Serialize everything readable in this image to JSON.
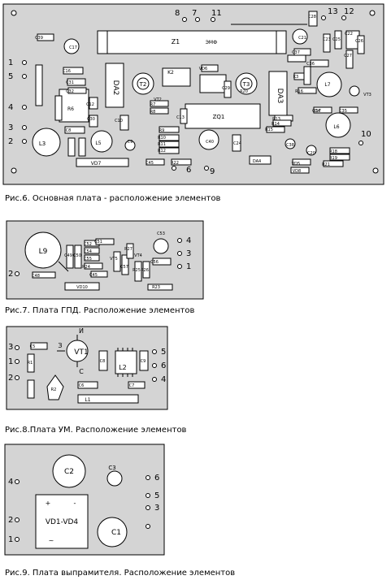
{
  "colors": {
    "board": "#d4d4d4",
    "ink": "#000000",
    "paper": "#ffffff"
  },
  "fig6": {
    "caption": "Рис.6. Основная плата - расположение элементов",
    "pins": [
      "1",
      "5",
      "4",
      "3",
      "2",
      "8",
      "7",
      "11",
      "13",
      "12",
      "10",
      "6",
      "9"
    ],
    "parts": [
      "Z1",
      "ЭМФ",
      "DA2",
      "T2",
      "K2",
      "T3",
      "DA3",
      "L7",
      "VT3",
      "R6",
      "L3",
      "L5",
      "VT2",
      "ZQ1",
      "C40",
      "L6",
      "VD7",
      "C45",
      "R22",
      "DA4",
      "R21",
      "VD8",
      "C24",
      "C21",
      "C17",
      "C38",
      "R7",
      "R8",
      "R9",
      "R10",
      "R11",
      "R12",
      "R13",
      "R14",
      "R15",
      "R16",
      "R17",
      "R18",
      "R19",
      "R20",
      "VD5",
      "VD6",
      "C16",
      "C31",
      "C32",
      "C34",
      "C35",
      "C36",
      "C37",
      "K3",
      "C39",
      "C8",
      "C9",
      "C10",
      "C12",
      "C13",
      "C20",
      "C22",
      "C23",
      "C25",
      "C26",
      "C27",
      "C28",
      "C29",
      "C30"
    ]
  },
  "fig7": {
    "caption": "Рис.7. Плата ГПД. Расположение элементов",
    "pins": [
      "4",
      "3",
      "1",
      "2"
    ],
    "parts": [
      "L9",
      "C53",
      "VT4",
      "VT5",
      "VD10",
      "R23",
      "C51",
      "C52",
      "R24",
      "C45",
      "C48",
      "C49",
      "C50",
      "C54",
      "C55",
      "C56",
      "C57",
      "R25",
      "R26",
      "R27"
    ]
  },
  "fig8": {
    "caption": "Рис.8.Плата УМ. Расположение элементов",
    "pins": [
      "3",
      "1",
      "2",
      "5",
      "6",
      "4"
    ],
    "parts": [
      "VT1",
      "И",
      "З",
      "С",
      "L2",
      "L1",
      "R1",
      "R2",
      "C5",
      "C6",
      "C7",
      "C8",
      "C9"
    ]
  },
  "fig9": {
    "caption": "Рис.9. Плата выпрамителя. Расположение элементов",
    "pins": [
      "4",
      "2",
      "1",
      "6",
      "5",
      "3"
    ],
    "parts": [
      "C2",
      "C3",
      "VD1-VD4",
      "C1",
      "+",
      "-",
      "~"
    ]
  }
}
